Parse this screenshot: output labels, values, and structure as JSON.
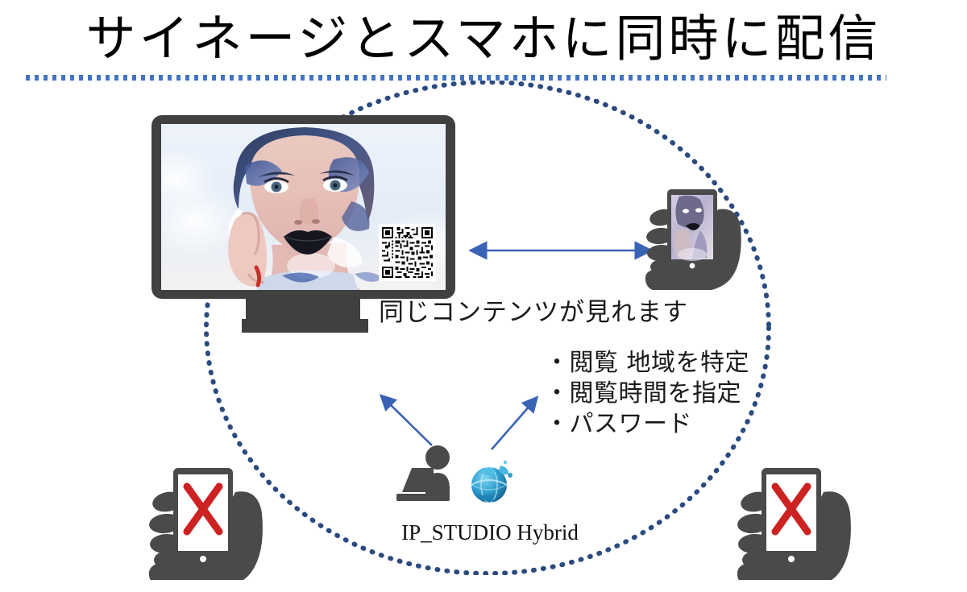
{
  "page": {
    "background_color": "#ffffff",
    "accent_blue": "#4472C4",
    "dark_gray": "#404040",
    "alert_red": "#cc2222"
  },
  "header": {
    "title": "サイネージとスマホに同時に配信",
    "rule_color": "#4472C4"
  },
  "diagram": {
    "coverage_zone": {
      "name": "coverage-area",
      "stroke_color": "#2f4f8f",
      "style": "dotted-circle"
    },
    "signage": {
      "label": "signage-monitor",
      "screen_content": "woman-portrait-artwork",
      "qr_code": "qr-code"
    },
    "authorized_phone": {
      "label": "authorized-phone",
      "screen_content": "woman-portrait-artwork"
    },
    "blocked_phones": [
      {
        "label": "blocked-phone-left",
        "screen_content": "red-x-mark"
      },
      {
        "label": "blocked-phone-right",
        "screen_content": "red-x-mark"
      }
    ],
    "sync_arrow": {
      "label": "sync-arrow",
      "direction": "bidirectional",
      "color": "#4472C4"
    },
    "distribution_arrows": {
      "label": "distribution-arrows",
      "count": 2,
      "color": "#3a62b5"
    }
  },
  "captions": {
    "same_content": "同じコンテンツが見れます",
    "features": [
      "・閲覧 地域を特定",
      "・閲覧時間を指定",
      "・パスワード"
    ],
    "studio_name": "IP_STUDIO Hybrid"
  },
  "icons": {
    "monitor": "monitor-icon",
    "qr": "qr-code-icon",
    "phone_hand": "hand-holding-phone-icon",
    "operator": "person-at-laptop-icon",
    "network": "globe-network-icon"
  }
}
